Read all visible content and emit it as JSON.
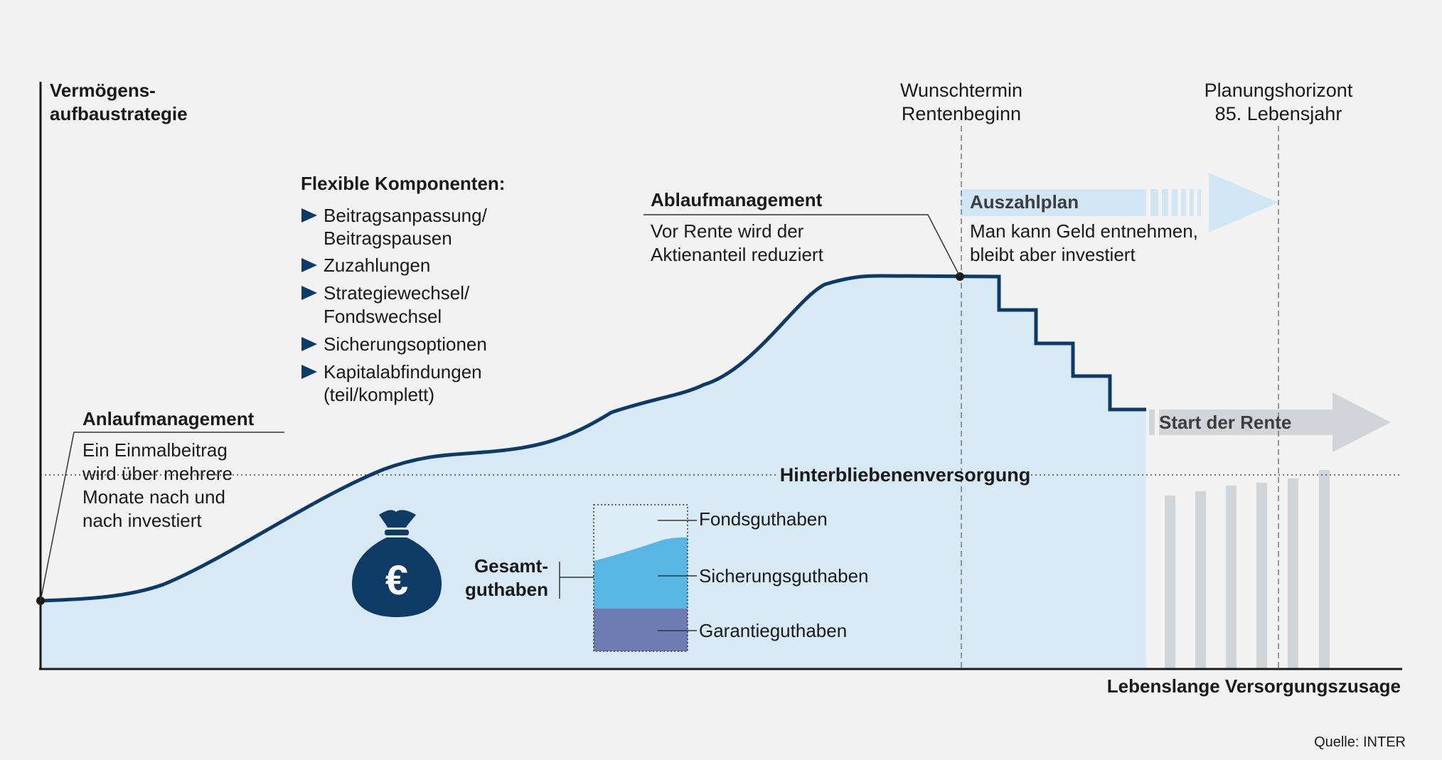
{
  "axes": {
    "y_label_line1": "Vermögens-",
    "y_label_line2": "aufbaustrategie",
    "x_label": "Lebenslange Versorgungszusage"
  },
  "markers": {
    "wunsch_line1": "Wunschtermin",
    "wunsch_line2": "Rentenbeginn",
    "planung_line1": "Planungshorizont",
    "planung_line2": "85. Lebensjahr"
  },
  "flexible": {
    "title": "Flexible Komponenten:",
    "items": [
      [
        "Beitragsanpassung/",
        "Beitragspausen"
      ],
      [
        "Zuzahlungen"
      ],
      [
        "Strategiewechsel/",
        "Fondswechsel"
      ],
      [
        "Sicherungsoptionen"
      ],
      [
        "Kapitalabfindungen",
        "(teil/komplett)"
      ]
    ]
  },
  "anlauf": {
    "title": "Anlaufmanagement",
    "lines": [
      "Ein Einmalbeitrag",
      "wird über mehrere",
      "Monate nach und",
      "nach investiert"
    ]
  },
  "ablauf": {
    "title": "Ablaufmanagement",
    "lines": [
      "Vor Rente wird der",
      "Aktienanteil reduziert"
    ]
  },
  "auszahl": {
    "title": "Auszahlplan",
    "lines": [
      "Man kann Geld entnehmen,",
      "bleibt aber investiert"
    ]
  },
  "start_rente": "Start der Rente",
  "hinterbliebenen": "Hinterbliebenenversorgung",
  "gesamt": {
    "line1": "Gesamt-",
    "line2": "guthaben"
  },
  "legend": {
    "fonds": "Fondsguthaben",
    "sicherung": "Sicherungsguthaben",
    "garantie": "Garantieguthaben"
  },
  "currency_symbol": "€",
  "source": "Quelle: INTER",
  "colors": {
    "area_fill": "#d7e9f5",
    "curve": "#0e3a66",
    "auszahl_arrow": "#d1e6f5",
    "rente_arrow": "#d2d5d7",
    "bars": "#d2d5d7",
    "fonds": "#dcedf8",
    "sicherung": "#59b5e1",
    "garantie": "#6d7db3",
    "money_bag": "#0e3a66"
  }
}
